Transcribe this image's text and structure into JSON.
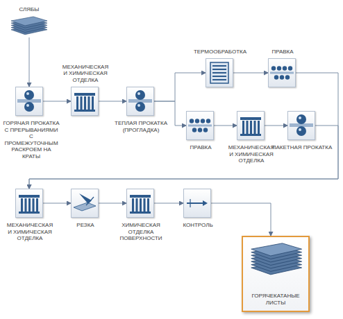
{
  "diagram": {
    "nodes": [
      {
        "text": [
          "СЛЯБЫ"
        ]
      },
      {
        "text": [
          "ГОРЯЧАЯ ПРОКАТКА С ПРЕРЫВАНИЯМИ С ПРОМЕЖУТОЧНЫМ РАСКРОЕМ НА КРАТЫ"
        ]
      },
      {
        "text": [
          "МЕХАНИЧЕСКАЯ И ХИМИЧЕСКАЯ ОТДЕЛКА"
        ]
      },
      {
        "text": [
          "ТЕПЛАЯ ПРОКАТКА (ПРОГЛАДКА)"
        ]
      },
      {
        "text": [
          "ТЕРМООБРАБОТКА"
        ]
      },
      {
        "text": [
          "ПРАВКА"
        ]
      },
      {
        "text": [
          "ПРАВКА"
        ]
      },
      {
        "text": [
          "МЕХАНИЧЕСКАЯ И ХИМИЧЕСКАЯ ОТДЕЛКА"
        ]
      },
      {
        "text": [
          "ПАКЕТНАЯ ПРОКАТКА"
        ]
      },
      {
        "text": [
          "МЕХАНИЧЕСКАЯ И ХИМИЧЕСКАЯ ОТДЕЛКА"
        ]
      },
      {
        "text": [
          "РЕЗКА"
        ]
      },
      {
        "text": [
          "ХИМИЧЕСКАЯ ОТДЕЛКА ПОВЕРХНОСТИ"
        ]
      },
      {
        "text": [
          "КОНТРОЛЬ"
        ]
      },
      {
        "text": [
          "ГОРЯЧЕКАТАНЫЕ ЛИСТЫ"
        ]
      }
    ],
    "edges": [
      {
        "from": 0,
        "to": 1,
        "arrow": "to"
      },
      {
        "from": 1,
        "to": 2,
        "arrow": "to"
      },
      {
        "from": 2,
        "to": 3,
        "arrow": "to"
      },
      {
        "from": 3,
        "to": 4,
        "arrow": "to"
      },
      {
        "from": 3,
        "to": 6,
        "arrow": "to"
      },
      {
        "from": 4,
        "to": 5,
        "arrow": "to"
      },
      {
        "from": 6,
        "to": 7,
        "arrow": "to"
      },
      {
        "from": 7,
        "to": 8,
        "arrow": "to"
      },
      {
        "from": 5,
        "to": 9,
        "arrow": "to"
      },
      {
        "from": 8,
        "to": 9,
        "arrow": "to"
      },
      {
        "from": 9,
        "to": 10,
        "arrow": "to"
      },
      {
        "from": 10,
        "to": 11,
        "arrow": "to"
      },
      {
        "from": 11,
        "to": 12,
        "arrow": "to"
      },
      {
        "from": 12,
        "to": 13,
        "arrow": "to"
      }
    ]
  }
}
